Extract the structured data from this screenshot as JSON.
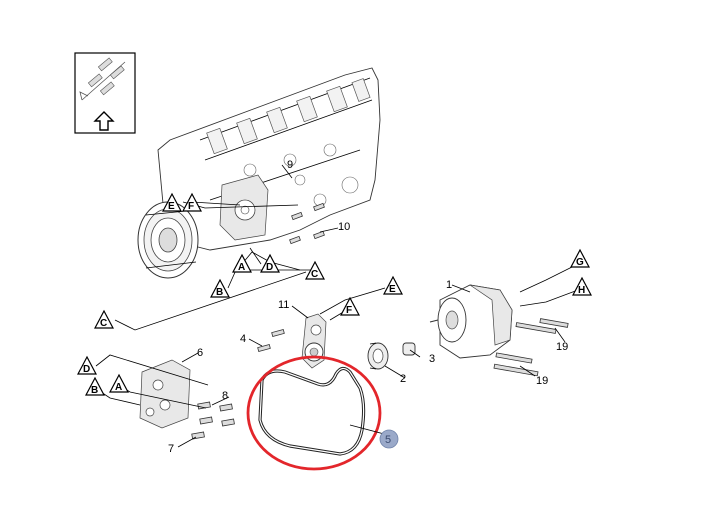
{
  "diagram": {
    "callouts": {
      "n1": "1",
      "n2": "2",
      "n3": "3",
      "n4": "4",
      "n5": "5",
      "n6": "6",
      "n7": "7",
      "n8": "8",
      "n9": "9",
      "n10": "10",
      "n11": "11",
      "n19a": "19",
      "n19b": "19"
    },
    "markers": {
      "e1": "E",
      "f1": "F",
      "a1": "A",
      "d1": "D",
      "c1": "C",
      "b1": "B",
      "c2": "C",
      "d2": "D",
      "b2": "B",
      "a2": "A",
      "f2": "F",
      "e2": "E",
      "g1": "G",
      "h1": "H"
    },
    "highlight_color": "#e3262b",
    "badge_color": "#9aa9c9"
  }
}
